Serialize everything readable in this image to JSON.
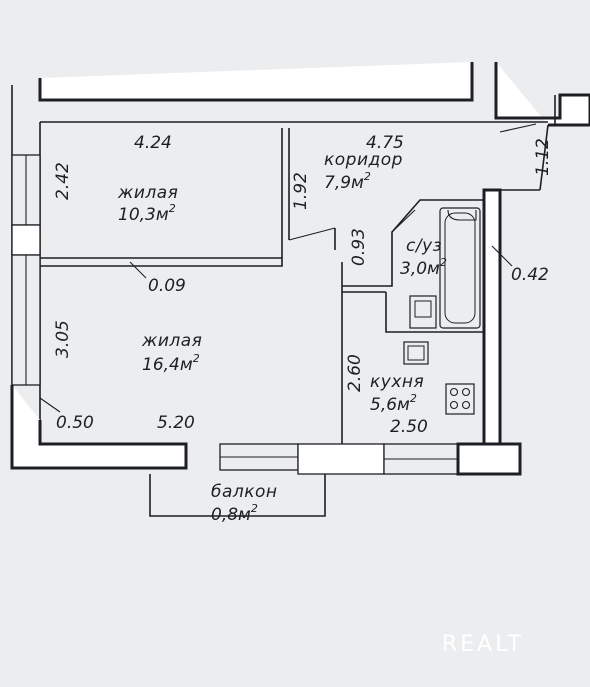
{
  "rooms": {
    "living1": {
      "name": "жилая",
      "area": "10,3м",
      "sup": "2"
    },
    "living2": {
      "name": "жилая",
      "area": "16,4м",
      "sup": "2"
    },
    "corridor": {
      "name": "коридор",
      "area": "7,9м",
      "sup": "2"
    },
    "bathroom": {
      "name": "с/уз",
      "area": "3,0м",
      "sup": "2"
    },
    "kitchen": {
      "name": "кухня",
      "area": "5,6м",
      "sup": "2"
    },
    "balcony": {
      "name": "балкон",
      "area": "0,8м",
      "sup": "2"
    }
  },
  "dimensions": {
    "living1_width": "4.24",
    "corridor_width": "4.75",
    "living1_depth": "2.42",
    "corridor_depth": "1.92",
    "entry_offset": "1.12",
    "partition": "0.09",
    "bath_wall": "0.93",
    "bath_offset": "0.42",
    "living2_depth": "3.05",
    "kitchen_depth": "2.60",
    "corner": "0.50",
    "living2_width": "5.20",
    "kitchen_width": "2.50"
  },
  "watermark": "REALT"
}
